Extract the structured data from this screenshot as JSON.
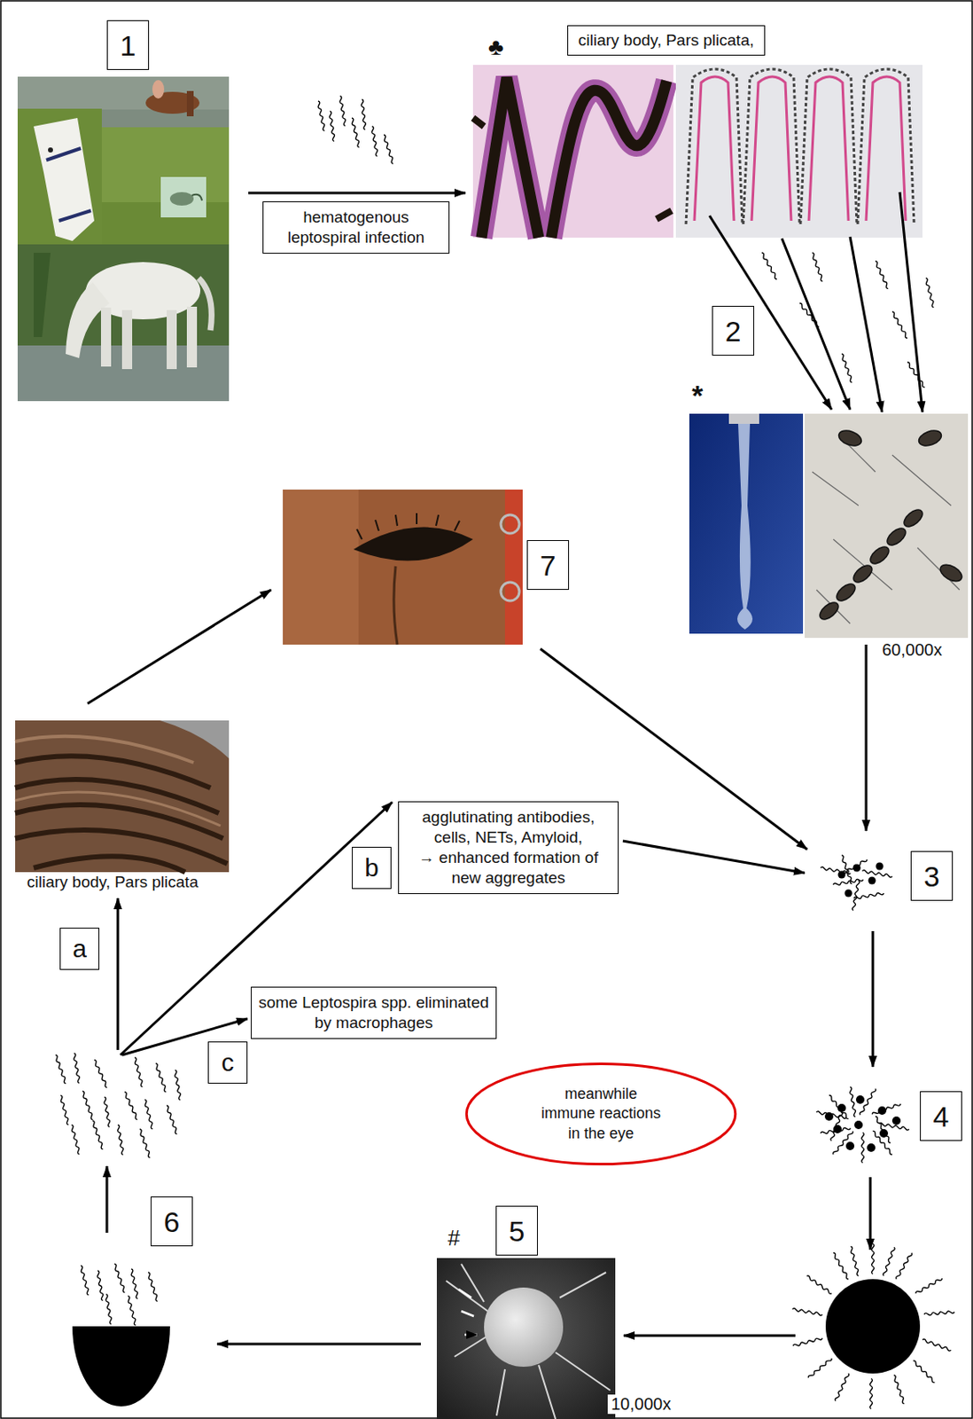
{
  "diagram": {
    "nodes": [
      {
        "text": [
          "1"
        ]
      },
      {
        "text": [
          "hematogenous leptospiral infection"
        ]
      },
      {
        "text": [
          "ciliary body, Pars plicata,"
        ]
      },
      {
        "text": [
          "2"
        ]
      },
      {
        "text": [
          "7"
        ]
      },
      {
        "text": [
          "b"
        ]
      },
      {
        "text": [
          "agglutinating antibodies, cells, NETs, Amyloid,",
          "→ enhanced formation of new aggregates"
        ]
      },
      {
        "text": [
          "3"
        ]
      },
      {
        "text": [
          "a"
        ]
      },
      {
        "text": [
          "c"
        ]
      },
      {
        "text": [
          "some Leptospira spp. eliminated by macrophages"
        ]
      },
      {
        "text": [
          "meanwhile immune reactions in the eye"
        ]
      },
      {
        "text": [
          "4"
        ]
      },
      {
        "text": [
          "5"
        ]
      },
      {
        "text": [
          "6"
        ]
      }
    ],
    "labels": [
      "♣",
      "*",
      "60,000x",
      "ciliary body, Pars plicata",
      "#",
      "10,000x"
    ]
  }
}
